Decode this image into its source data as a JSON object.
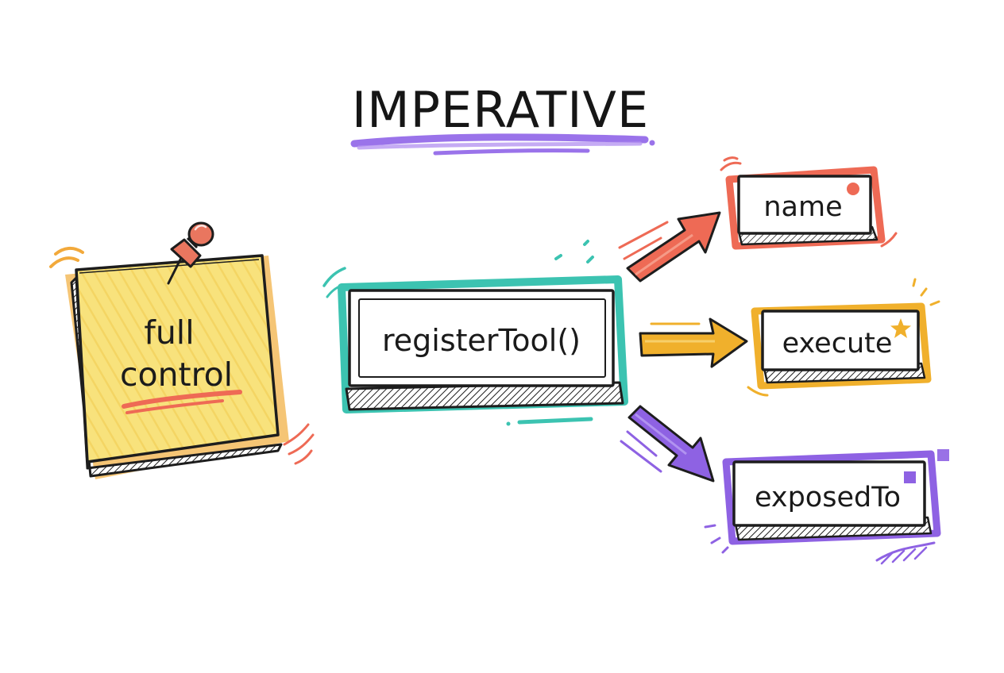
{
  "title": "IMPERATIVE",
  "sticky_note": {
    "line1": "full",
    "line2": "control"
  },
  "function_box": {
    "label": "registerTool()"
  },
  "outputs": [
    {
      "label": "name"
    },
    {
      "label": "execute"
    },
    {
      "label": "exposedTo"
    }
  ],
  "colors": {
    "note_yellow": "#f8e27c",
    "note_orange": "#f2a93b",
    "teal": "#3cc3b1",
    "coral": "#ee6a55",
    "amber": "#f0b02c",
    "purple": "#8e62e3",
    "title_underline": "#9a73ea",
    "ink": "#1d1d1d"
  },
  "icons": [
    "pushpin-icon",
    "dot-icon",
    "star-icon",
    "square-icon",
    "arrow-icon"
  ]
}
